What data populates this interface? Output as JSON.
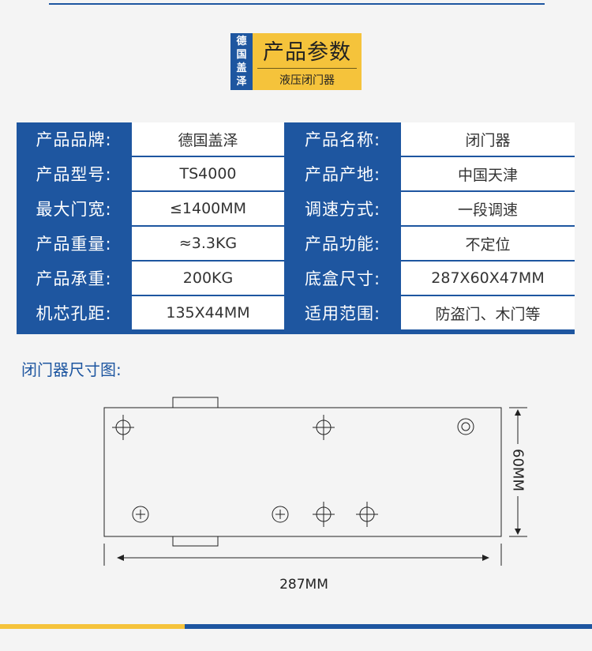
{
  "header": {
    "brand_vertical": [
      "德",
      "国",
      "盖",
      "泽"
    ],
    "title": "产品参数",
    "subtitle": "液压闭门器"
  },
  "specs": [
    {
      "label1": "产品品牌:",
      "value1": "德国盖泽",
      "label2": "产品名称:",
      "value2": "闭门器"
    },
    {
      "label1": "产品型号:",
      "value1": "TS4000",
      "label2": "产品产地:",
      "value2": "中国天津"
    },
    {
      "label1": "最大门宽:",
      "value1": "≤1400MM",
      "label2": "调速方式:",
      "value2": "一段调速"
    },
    {
      "label1": "产品重量:",
      "value1": "≈3.3KG",
      "label2": "产品功能:",
      "value2": "不定位"
    },
    {
      "label1": "产品承重:",
      "value1": "200KG",
      "label2": "底盒尺寸:",
      "value2": "287X60X47MM"
    },
    {
      "label1": "机芯孔距:",
      "value1": "135X44MM",
      "label2": "适用范围:",
      "value2": "防盗门、木门等"
    }
  ],
  "dimension": {
    "title": "闭门器尺寸图:",
    "height_label": "60MM",
    "width_label": "287MM"
  },
  "colors": {
    "blue": "#1e56a0",
    "yellow": "#f5c33b"
  }
}
